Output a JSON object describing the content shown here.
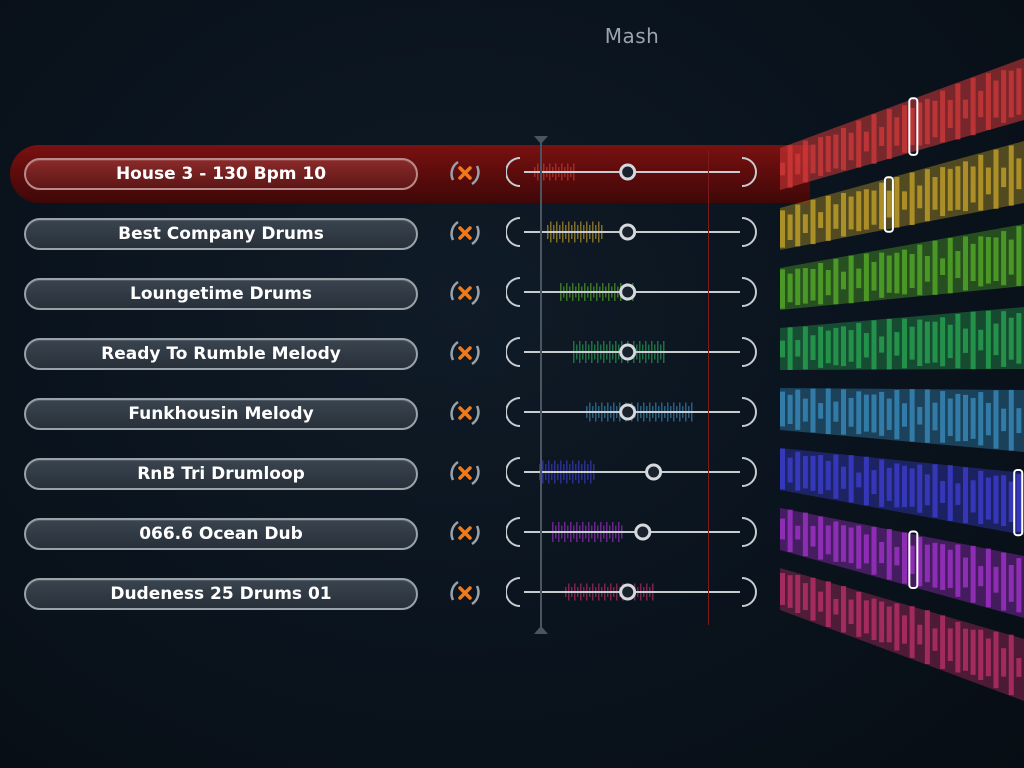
{
  "title": "Mash",
  "tracks": [
    {
      "name": "House 3 - 130 Bpm 10",
      "color": "#d23a3a",
      "position": 0.48,
      "selected": true
    },
    {
      "name": "Best Company Drums",
      "color": "#c9a52a",
      "position": 0.48,
      "selected": false
    },
    {
      "name": "Loungetime Drums",
      "color": "#58b028",
      "position": 0.48,
      "selected": false
    },
    {
      "name": "Ready To Rumble Melody",
      "color": "#2aa853",
      "position": 0.48,
      "selected": false
    },
    {
      "name": "Funkhousin Melody",
      "color": "#3a8fc0",
      "position": 0.48,
      "selected": false
    },
    {
      "name": "RnB Tri Drumloop",
      "color": "#3d3fd6",
      "position": 0.6,
      "selected": false
    },
    {
      "name": "066.6 Ocean Dub",
      "color": "#a533d0",
      "position": 0.55,
      "selected": false
    },
    {
      "name": "Dudeness 25 Drums 01",
      "color": "#c0306a",
      "position": 0.48,
      "selected": false
    }
  ],
  "icons": {
    "remove": "close-x-icon"
  }
}
